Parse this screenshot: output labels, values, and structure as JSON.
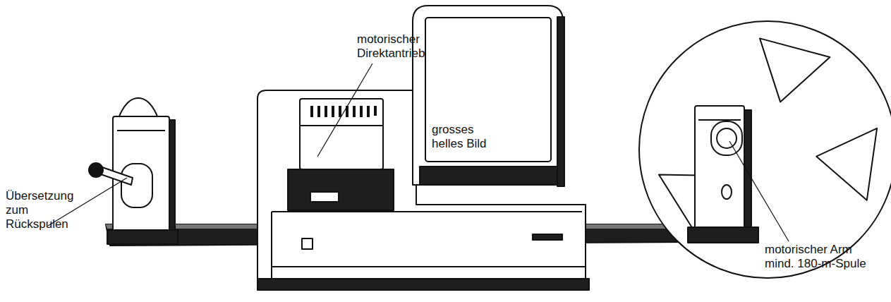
{
  "diagram": {
    "nodes": [
      {
        "text": [
          "grosses helles Bild"
        ]
      }
    ],
    "labels": [
      "motorischer Direktantrieb",
      "Übersetzung zum Rückspulen",
      "motorischer Arm mind. 180-m-Spule"
    ]
  }
}
